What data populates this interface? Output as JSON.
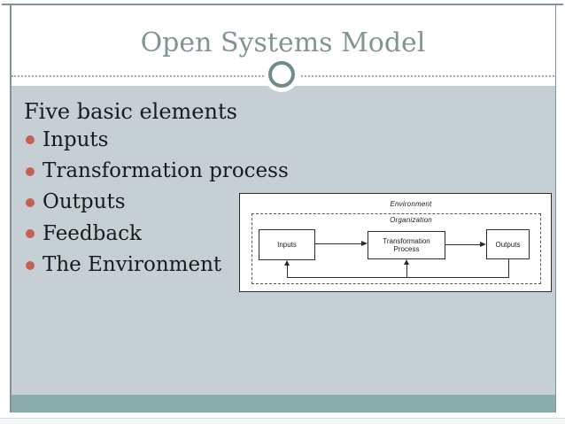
{
  "slide": {
    "title": "Open Systems Model",
    "heading": "Five basic elements",
    "bullets": [
      "Inputs",
      "Transformation process",
      "Outputs",
      "Feedback",
      "The Environment"
    ]
  },
  "diagram": {
    "environment_label": "Environment",
    "organization_label": "Organization",
    "inputs_box": "Inputs",
    "transformation_box": "Transformation Process",
    "outputs_box": "Outputs"
  },
  "colors": {
    "frame_teal": "#7d9594",
    "title_text": "#7f9694",
    "content_background": "#c6cfd4",
    "footer_bar": "#8aacab",
    "bullet_accent": "#c4604e",
    "body_text": "#1a1a1a"
  }
}
